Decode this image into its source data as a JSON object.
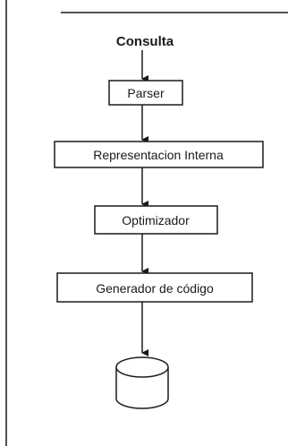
{
  "diagram": {
    "start_label": "Consulta",
    "steps": [
      {
        "label": "Parser"
      },
      {
        "label": "Representacion Interna"
      },
      {
        "label": "Optimizador"
      },
      {
        "label": "Generador de código"
      }
    ],
    "end_symbol": "database-icon"
  }
}
